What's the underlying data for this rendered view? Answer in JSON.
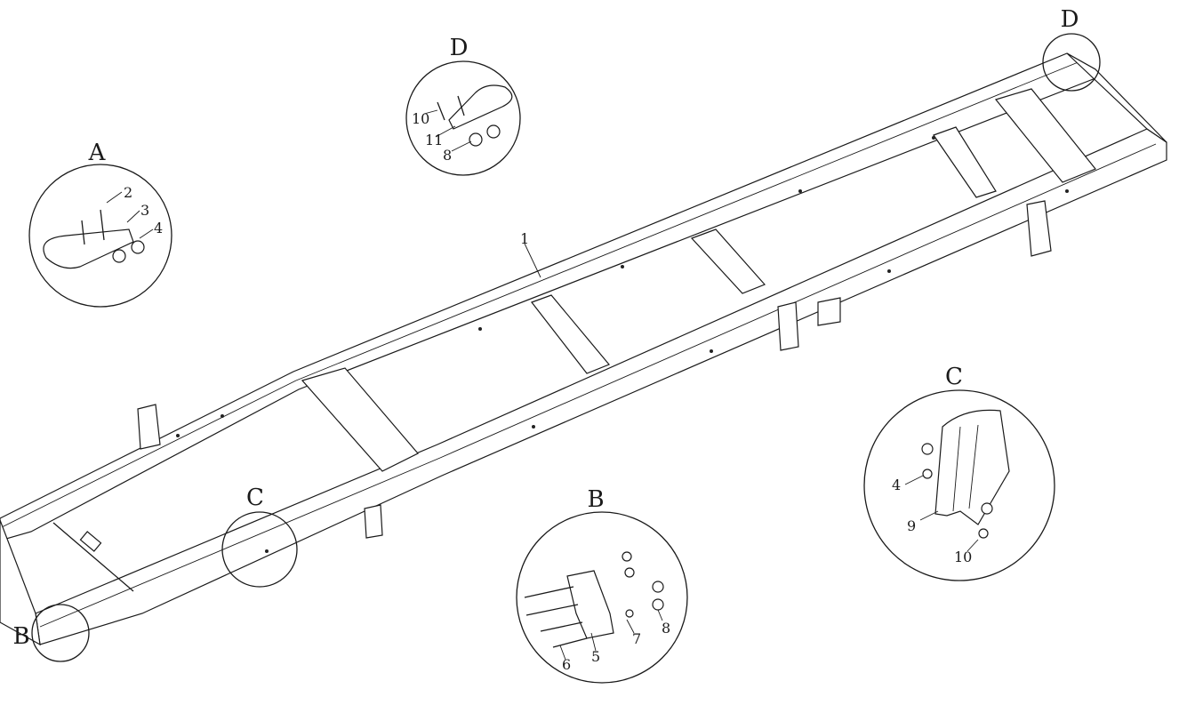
{
  "detail_letters": {
    "a": "A",
    "b": "B",
    "c": "C",
    "d": "D"
  },
  "part_numbers": {
    "p1": "1",
    "p2": "2",
    "p3": "3",
    "p4": "4",
    "p5": "5",
    "p6": "6",
    "p7": "7",
    "p8": "8",
    "p9": "9",
    "p10": "10",
    "p11": "11"
  }
}
